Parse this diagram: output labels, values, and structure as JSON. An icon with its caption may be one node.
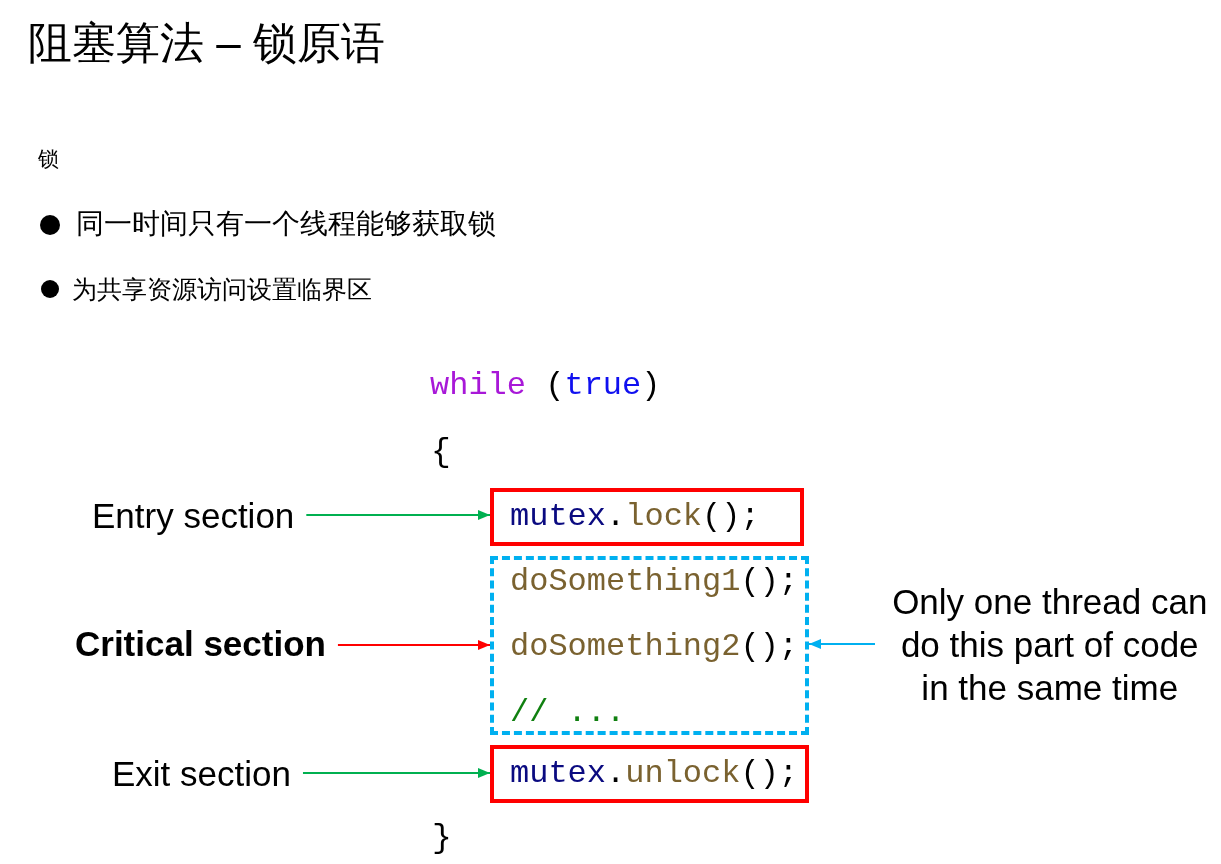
{
  "diagram": {
    "title": "阻塞算法 – 锁原语",
    "nodes": [
      {
        "text": [
          "Entry section"
        ]
      },
      {
        "text": [
          "mutex.lock();"
        ]
      },
      {
        "text": [
          "Critical section"
        ]
      },
      {
        "text": [
          "doSomething1();",
          "doSomething2();",
          "// ..."
        ]
      },
      {
        "text": [
          "Exit section"
        ]
      },
      {
        "text": [
          "mutex.unlock();"
        ]
      },
      {
        "text": [
          "Only one thread can do this part of code in the same time"
        ]
      }
    ],
    "edges": [
      {
        "from": 0,
        "to": 1,
        "arrow": "to"
      },
      {
        "from": 2,
        "to": 3,
        "arrow": "to",
        "color": "#ff0000"
      },
      {
        "from": 4,
        "to": 5,
        "arrow": "to"
      },
      {
        "from": 6,
        "to": 3,
        "arrow": "to",
        "color": "#00b0f0"
      }
    ],
    "labels": [
      "锁",
      "同一时间只有一个线程能够获取锁",
      "为共享资源访问设置临界区",
      "while (true)",
      "{",
      "}"
    ]
  }
}
